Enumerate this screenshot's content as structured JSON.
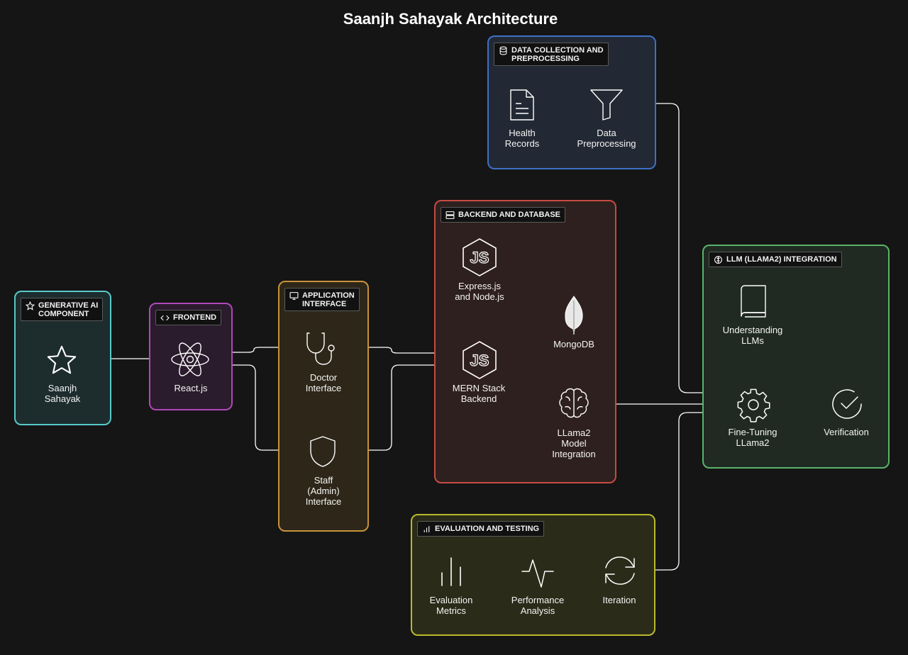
{
  "title": "Saanjh Sahayak Architecture",
  "colors": {
    "background": "#151515",
    "genai": "#58c9c9",
    "frontend": "#b048b8",
    "app_interface": "#c7933a",
    "backend": "#c64b43",
    "data_collection": "#3e70c6",
    "llm": "#5ab46a",
    "evaluation": "#b9b92c"
  },
  "groups": {
    "genai": {
      "title": "GENERATIVE AI\nCOMPONENT",
      "icon": "star-icon"
    },
    "frontend": {
      "title": "FRONTEND",
      "icon": "code-icon"
    },
    "app_interface": {
      "title": "APPLICATION\nINTERFACE",
      "icon": "monitor-icon"
    },
    "backend": {
      "title": "BACKEND AND DATABASE",
      "icon": "server-icon"
    },
    "data_collection": {
      "title": "DATA COLLECTION AND\nPREPROCESSING",
      "icon": "database-icon"
    },
    "llm": {
      "title": "LLM (LLAMA2) INTEGRATION",
      "icon": "brain-icon"
    },
    "evaluation": {
      "title": "EVALUATION AND TESTING",
      "icon": "bar-chart-icon"
    }
  },
  "nodes": {
    "saanjh": {
      "label": "Saanjh\nSahayak",
      "icon": "star-icon"
    },
    "react": {
      "label": "React.js",
      "icon": "react-icon"
    },
    "doctor": {
      "label": "Doctor\nInterface",
      "icon": "stethoscope-icon"
    },
    "staff": {
      "label": "Staff\n(Admin)\nInterface",
      "icon": "shield-icon"
    },
    "express": {
      "label": "Express.js\nand Node.js",
      "icon": "nodejs-icon"
    },
    "mern": {
      "label": "MERN Stack\nBackend",
      "icon": "nodejs-icon"
    },
    "mongodb": {
      "label": "MongoDB",
      "icon": "leaf-icon"
    },
    "llama_integration": {
      "label": "LLama2\nModel\nIntegration",
      "icon": "brain-icon"
    },
    "health_records": {
      "label": "Health\nRecords",
      "icon": "document-icon"
    },
    "preprocessing": {
      "label": "Data\nPreprocessing",
      "icon": "filter-icon"
    },
    "understanding": {
      "label": "Understanding\nLLMs",
      "icon": "book-icon"
    },
    "finetuning": {
      "label": "Fine-Tuning\nLLama2",
      "icon": "gear-icon"
    },
    "verification": {
      "label": "Verification",
      "icon": "check-circle-icon"
    },
    "eval_metrics": {
      "label": "Evaluation\nMetrics",
      "icon": "bar-chart-icon"
    },
    "perf_analysis": {
      "label": "Performance\nAnalysis",
      "icon": "activity-icon"
    },
    "iteration": {
      "label": "Iteration",
      "icon": "refresh-icon"
    }
  }
}
